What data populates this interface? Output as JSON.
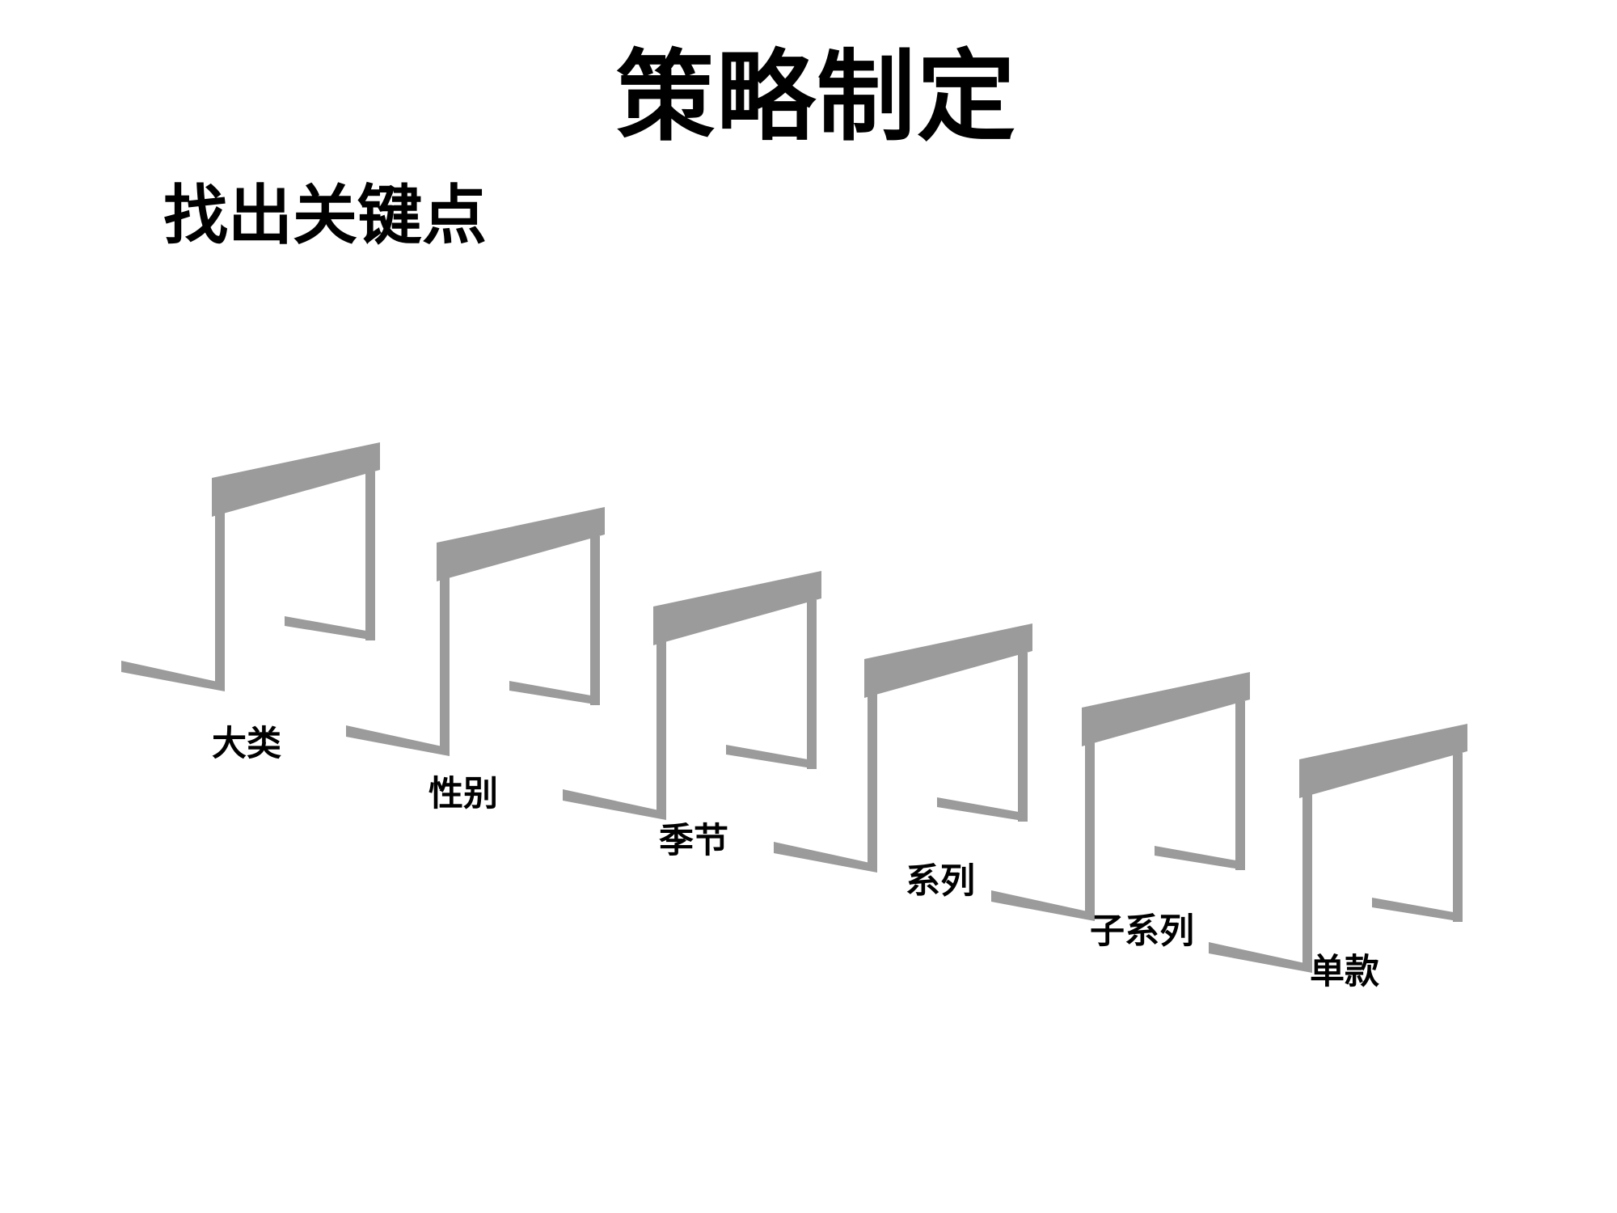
{
  "title": "策略制定",
  "subtitle": "找出关键点",
  "colors": {
    "hurdle": "#9b9b9b",
    "text": "#000000",
    "background": "#ffffff"
  },
  "hurdles": [
    {
      "label": "大类"
    },
    {
      "label": "性别"
    },
    {
      "label": "季节"
    },
    {
      "label": "系列"
    },
    {
      "label": "子系列"
    },
    {
      "label": "单款"
    }
  ]
}
